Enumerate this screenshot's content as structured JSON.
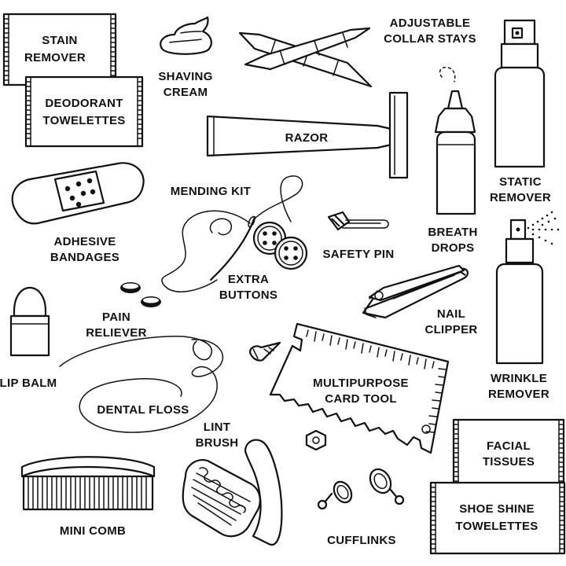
{
  "palette": {
    "ink": "#111111",
    "paper": "#ffffff"
  },
  "items": {
    "stain_remover": {
      "icon": "packet-icon",
      "line1": "STAIN",
      "line2": "REMOVER"
    },
    "deodorant_towelettes": {
      "icon": "packet-icon",
      "line1": "DEODORANT",
      "line2": "TOWELETTES"
    },
    "shaving_cream": {
      "icon": "shaving-cream-icon",
      "line1": "SHAVING",
      "line2": "CREAM"
    },
    "collar_stays": {
      "icon": "collar-stays-icon",
      "line1": "ADJUSTABLE",
      "line2": "COLLAR STAYS"
    },
    "razor": {
      "icon": "razor-icon",
      "label": "RAZOR"
    },
    "breath_drops": {
      "icon": "dropper-bottle-icon",
      "line1": "BREATH",
      "line2": "DROPS"
    },
    "static_remover": {
      "icon": "spray-bottle-icon",
      "line1": "STATIC",
      "line2": "REMOVER"
    },
    "adhesive_bandages": {
      "icon": "bandage-icon",
      "line1": "ADHESIVE",
      "line2": "BANDAGES"
    },
    "mending_kit": {
      "icon": "needle-thread-icon",
      "label": "MENDING KIT"
    },
    "extra_buttons": {
      "icon": "buttons-icon",
      "line1": "EXTRA",
      "line2": "BUTTONS"
    },
    "safety_pin": {
      "icon": "safety-pin-icon",
      "label": "SAFETY PIN"
    },
    "pain_reliever": {
      "icon": "pills-icon",
      "line1": "PAIN",
      "line2": "RELIEVER"
    },
    "lip_balm": {
      "icon": "lip-balm-icon",
      "label": "LIP BALM"
    },
    "nail_clipper": {
      "icon": "nail-clipper-icon",
      "line1": "NAIL",
      "line2": "CLIPPER"
    },
    "wrinkle_remover": {
      "icon": "spray-bottle-icon",
      "line1": "WRINKLE",
      "line2": "REMOVER"
    },
    "dental_floss": {
      "icon": "floss-icon",
      "label": "DENTAL FLOSS"
    },
    "card_tool": {
      "icon": "card-tool-icon",
      "line1": "MULTIPURPOSE",
      "line2": "CARD TOOL"
    },
    "lint_brush": {
      "icon": "lint-brush-icon",
      "line1": "LINT",
      "line2": "BRUSH"
    },
    "mini_comb": {
      "icon": "comb-icon",
      "label": "MINI COMB"
    },
    "cufflinks": {
      "icon": "cufflinks-icon",
      "label": "CUFFLINKS"
    },
    "facial_tissues": {
      "icon": "packet-icon",
      "line1": "FACIAL",
      "line2": "TISSUES"
    },
    "shoe_shine_towelettes": {
      "icon": "packet-icon",
      "line1": "SHOE SHINE",
      "line2": "TOWELETTES"
    }
  }
}
